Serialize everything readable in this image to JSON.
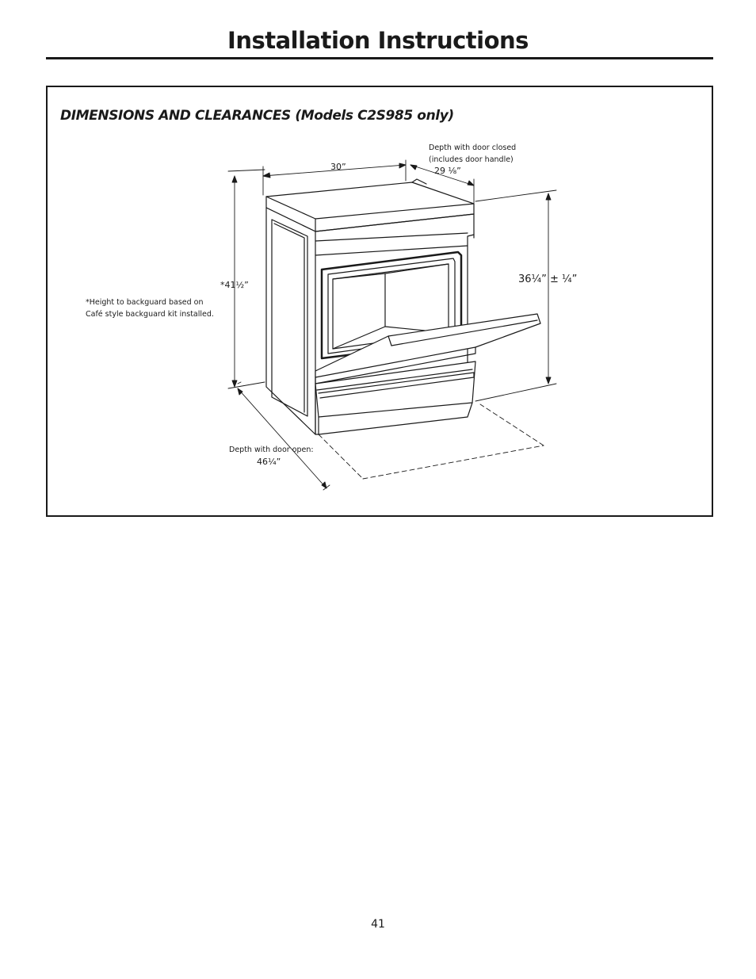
{
  "header": {
    "title": "Installation Instructions"
  },
  "section": {
    "heading": "DIMENSIONS AND CLEARANCES (Models C2S985 only)",
    "labels": {
      "width": "30”",
      "depth_closed_caption_line1": "Depth with door closed",
      "depth_closed_caption_line2": "(includes door handle)",
      "depth_closed_value": "29 ⅛”",
      "height_to_backguard": "*41½”",
      "backguard_note_line1": "*Height to backguard based on",
      "backguard_note_line2": "Café style backguard kit installed.",
      "cooktop_height": "36¼” ± ¼”",
      "depth_open_caption": "Depth with door open:",
      "depth_open_value": "46¼”"
    }
  },
  "footer": {
    "page_number": "41"
  }
}
